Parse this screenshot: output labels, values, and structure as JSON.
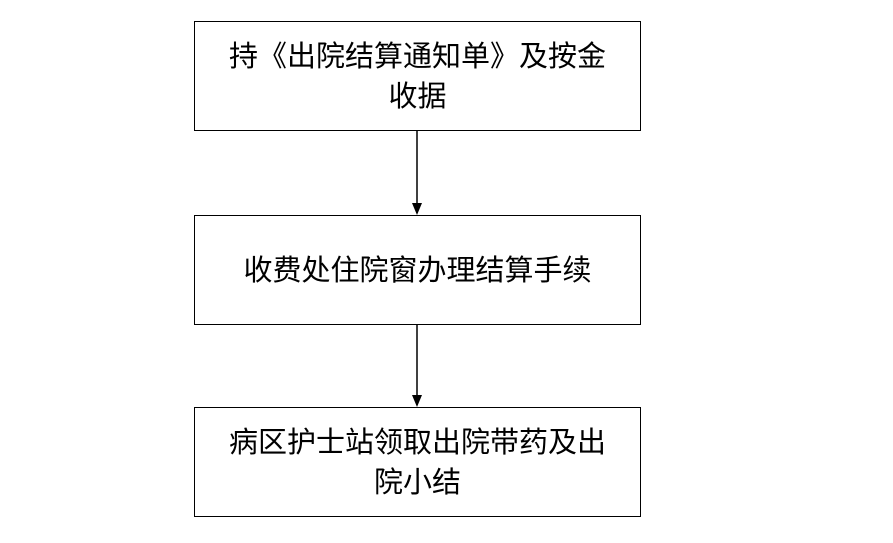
{
  "flowchart": {
    "steps": [
      {
        "line1": "持《出院结算通知单》及按金",
        "line2": "收据"
      },
      {
        "line1": "收费处住院窗办理结算手续",
        "line2": ""
      },
      {
        "line1": "病区护士站领取出院带药及出",
        "line2": "院小结"
      }
    ],
    "colors": {
      "stroke": "#000000",
      "text": "#000000",
      "fill": "#ffffff"
    }
  }
}
